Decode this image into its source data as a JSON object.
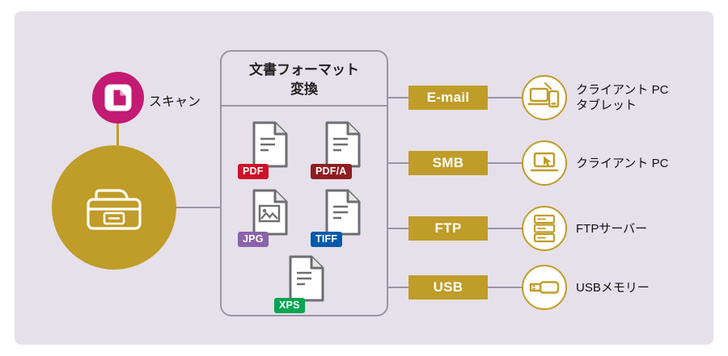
{
  "scan": {
    "label": "スキャン",
    "icon": "scan-document-icon"
  },
  "scanner": {
    "icon": "multifunction-printer-icon"
  },
  "converter": {
    "title_line1": "文書フォーマット",
    "title_line2": "変換"
  },
  "formats": [
    {
      "label": "PDF",
      "color": "#CE1126",
      "icon": "pdf-document-icon"
    },
    {
      "label": "PDF/A",
      "color": "#8F1D22",
      "icon": "pdfa-document-icon"
    },
    {
      "label": "JPG",
      "color": "#8A63AA",
      "icon": "jpg-image-icon"
    },
    {
      "label": "TIFF",
      "color": "#005BAC",
      "icon": "tiff-document-icon"
    },
    {
      "label": "XPS",
      "color": "#00A650",
      "icon": "xps-document-icon"
    }
  ],
  "destinations": [
    {
      "badge": "E-mail",
      "label_line1": "クライアント PC",
      "label_line2": "タブレット",
      "icon": "client-pc-tablet-icon"
    },
    {
      "badge": "SMB",
      "label_line1": "クライアント PC",
      "label_line2": "",
      "icon": "client-pc-icon"
    },
    {
      "badge": "FTP",
      "label_line1": "FTPサーバー",
      "label_line2": "",
      "icon": "ftp-server-icon"
    },
    {
      "badge": "USB",
      "label_line1": "USBメモリー",
      "label_line2": "",
      "icon": "usb-memory-icon"
    }
  ],
  "colors": {
    "gold": "#C09C28",
    "magenta": "#C31A73",
    "panel_background": "#E5E0EA",
    "connector_gray": "#9B94A3",
    "document_outline": "#6D6E71"
  }
}
